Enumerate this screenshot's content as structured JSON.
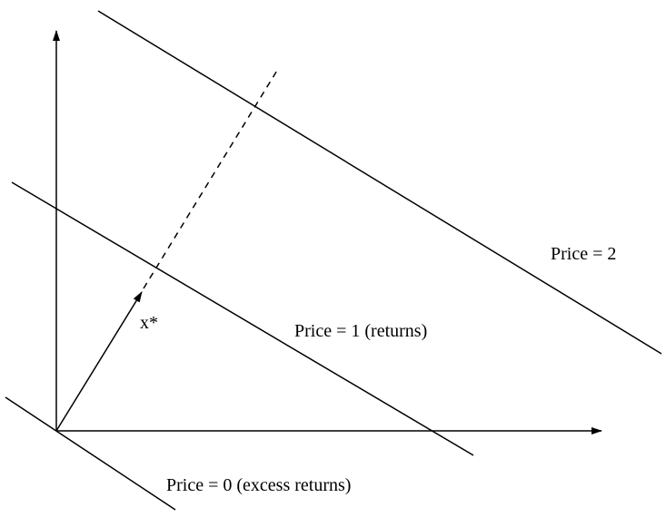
{
  "labels": {
    "x_star": "x*",
    "price_2": "Price = 2",
    "price_1": "Price = 1 (returns)",
    "price_0": "Price = 0 (excess returns)"
  },
  "colors": {
    "line": "#000000",
    "background": "#ffffff"
  }
}
